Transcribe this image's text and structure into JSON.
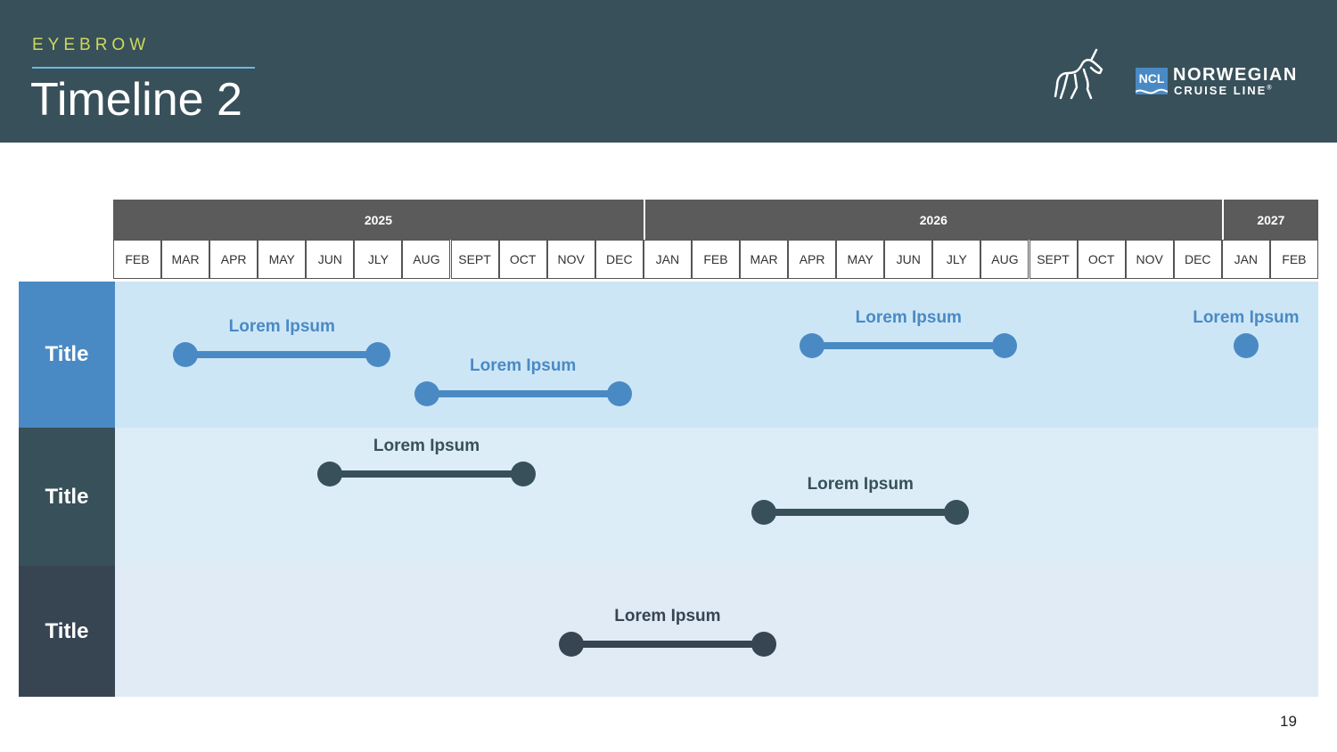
{
  "header": {
    "eyebrow": "EYEBROW",
    "title": "Timeline 2",
    "logo_badge": "NCL",
    "brand_line1": "NORWEGIAN",
    "brand_line2": "CRUISE LINE",
    "brand_mark": "®"
  },
  "years": [
    {
      "label": "2025",
      "months": 11
    },
    {
      "label": "2026",
      "months": 12
    },
    {
      "label": "2027",
      "months": 2
    }
  ],
  "months": [
    "FEB",
    "MAR",
    "APR",
    "MAY",
    "JUN",
    "JLY",
    "AUG",
    "SEPT",
    "OCT",
    "NOV",
    "DEC",
    "JAN",
    "FEB",
    "MAR",
    "APR",
    "MAY",
    "JUN",
    "JLY",
    "AUG",
    "SEPT",
    "OCT",
    "NOV",
    "DEC",
    "JAN",
    "FEB"
  ],
  "rows": [
    {
      "label": "Title",
      "label_color": "#4a8ac4",
      "band_color": "#cde6f6",
      "accent": "#4a8ac4",
      "events": [
        {
          "label": "Lorem Ipsum",
          "start_index": 1,
          "end_index": 5,
          "lane": 0
        },
        {
          "label": "Lorem Ipsum",
          "start_index": 6,
          "end_index": 10,
          "lane": 1
        },
        {
          "label": "Lorem Ipsum",
          "start_index": 14,
          "end_index": 18,
          "lane": 2
        },
        {
          "label": "Lorem Ipsum",
          "start_index": 23,
          "end_index": 23,
          "lane": 2
        }
      ]
    },
    {
      "label": "Title",
      "label_color": "#38505a",
      "band_color": "#dcedf7",
      "accent": "#38505a",
      "events": [
        {
          "label": "Lorem Ipsum",
          "start_index": 4,
          "end_index": 8,
          "lane": 1
        },
        {
          "label": "Lorem Ipsum",
          "start_index": 13,
          "end_index": 17,
          "lane": 0
        }
      ]
    },
    {
      "label": "Title",
      "label_color": "#374553",
      "band_color": "#e1ebf5",
      "accent": "#374553",
      "events": [
        {
          "label": "Lorem Ipsum",
          "start_index": 9,
          "end_index": 13,
          "lane": 0
        }
      ]
    }
  ],
  "page_number": "19"
}
